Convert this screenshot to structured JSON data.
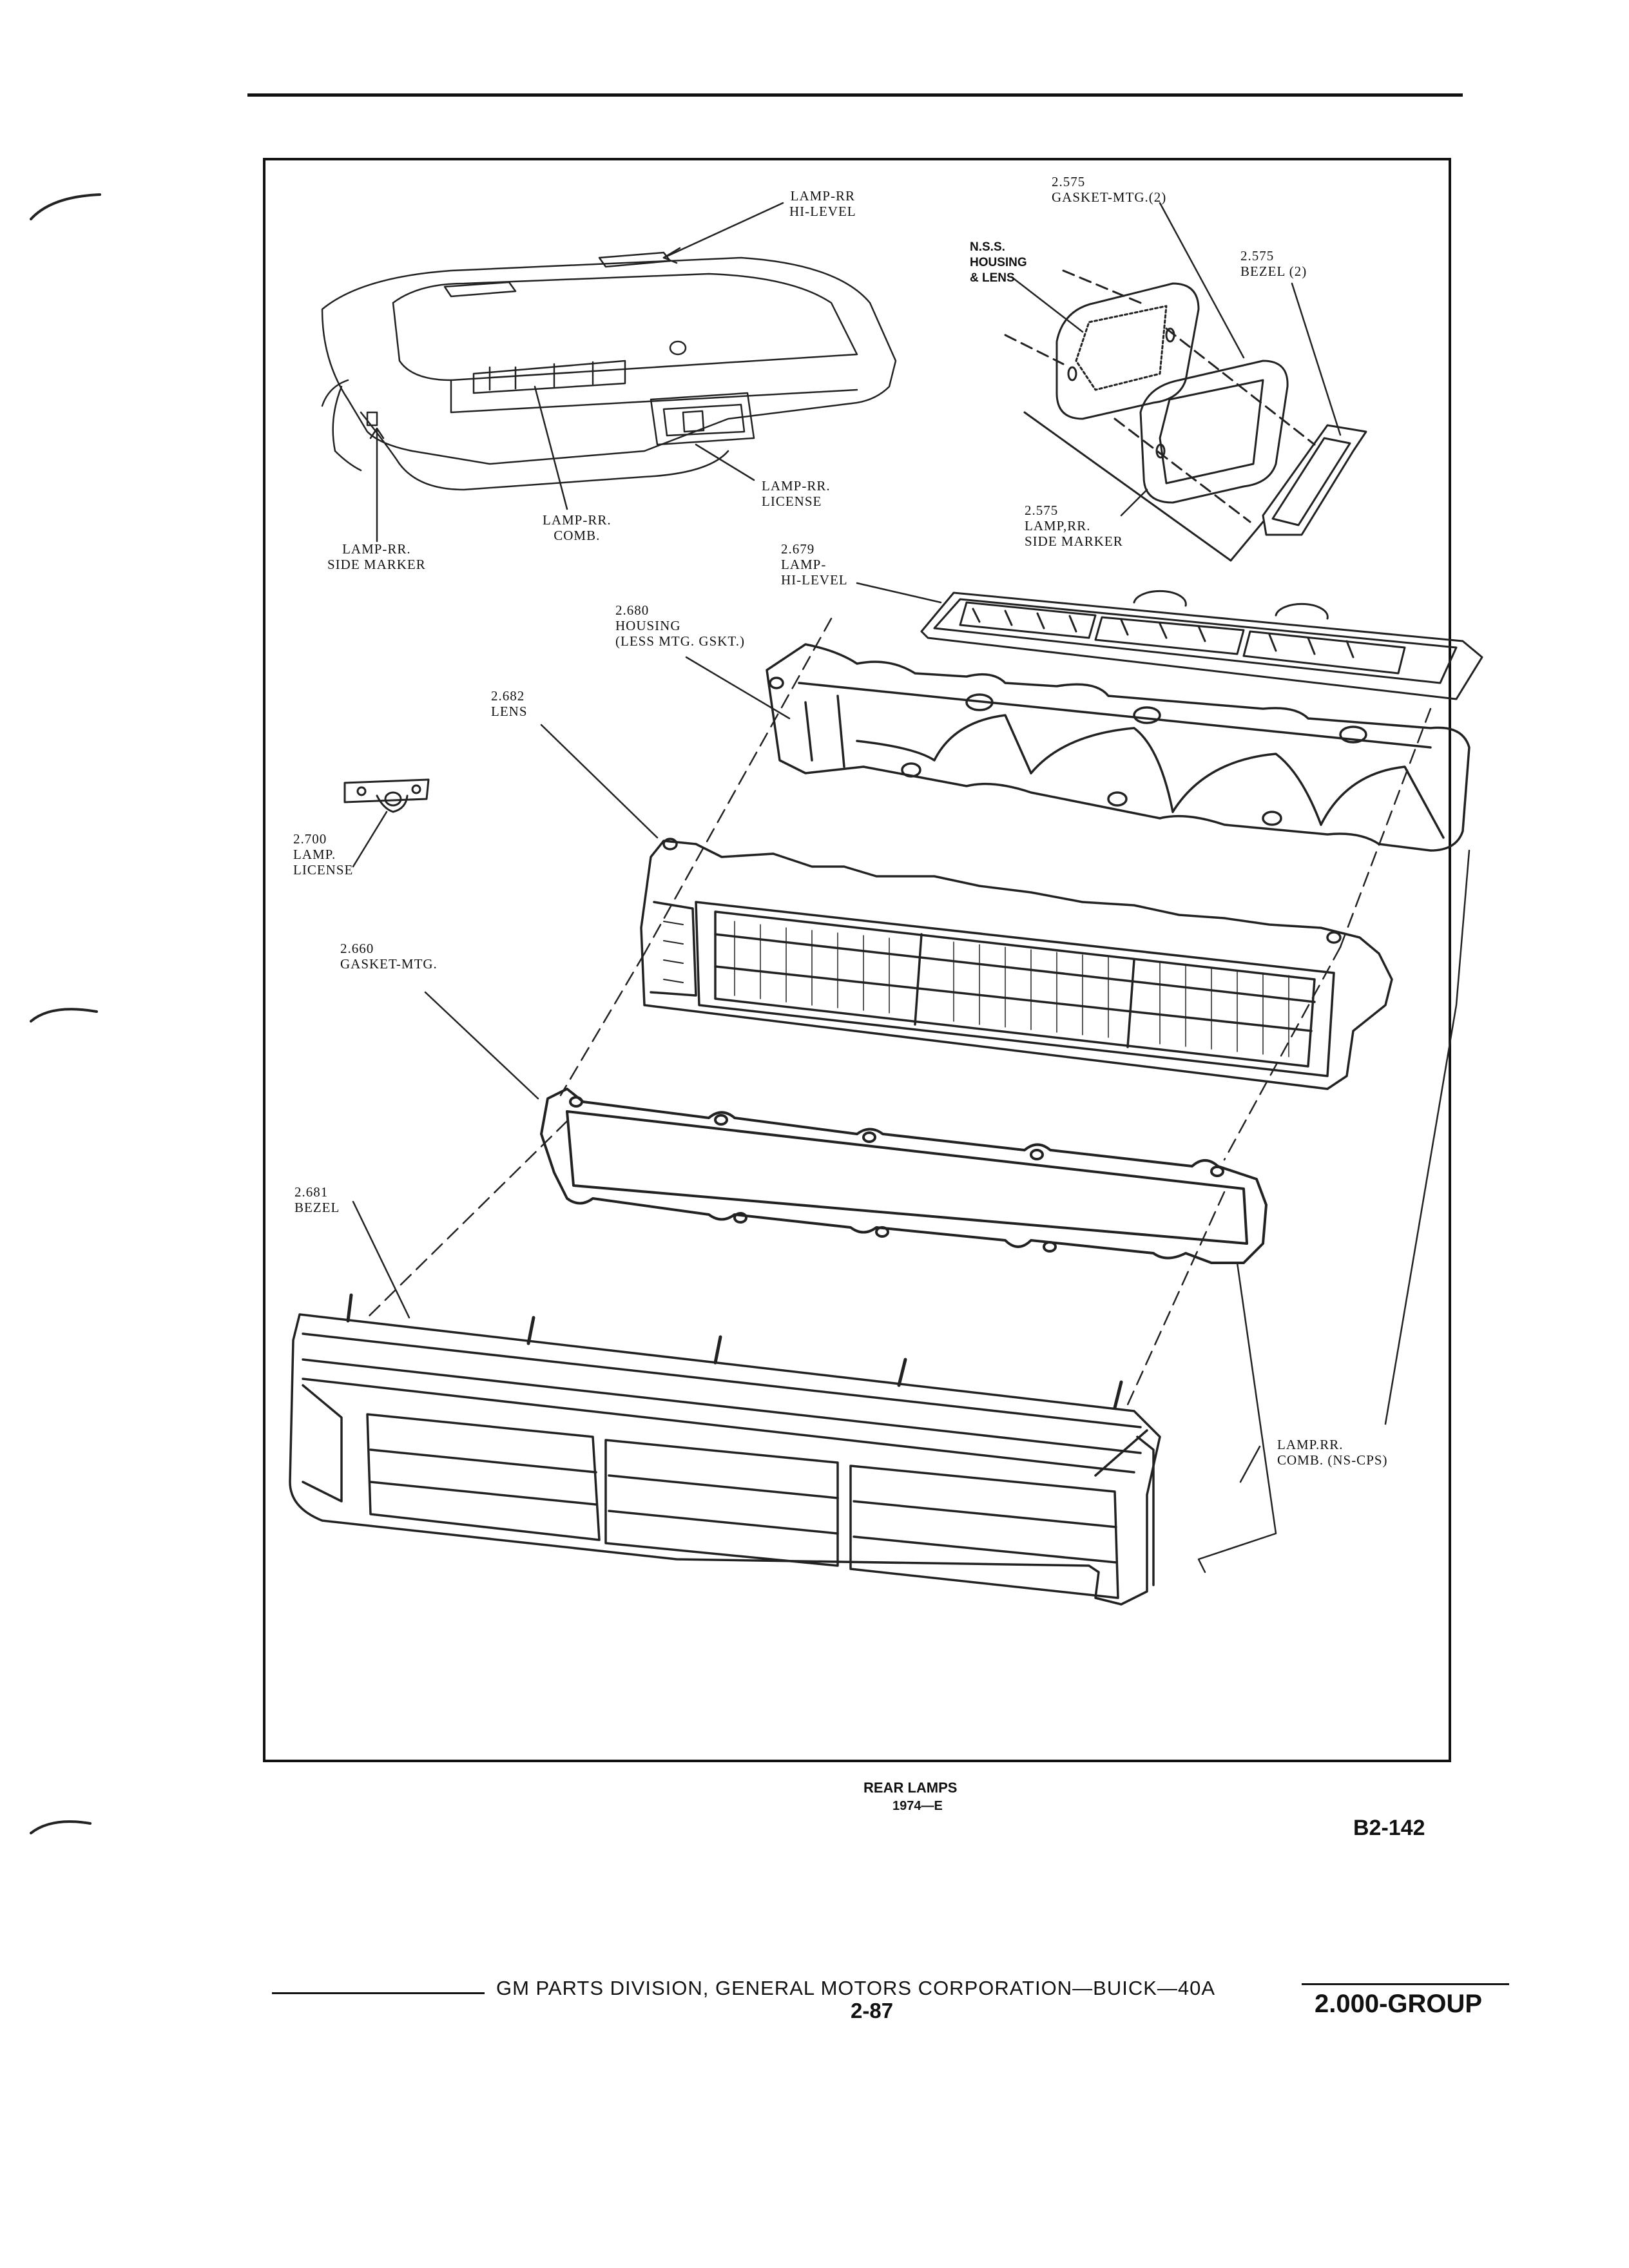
{
  "labels": {
    "lamp_rr_hi_level": "LAMP-RR\nHI-LEVEL",
    "gasket_mtg_2575": "2.575\nGASKET-MTG.(2)",
    "nss_housing_lens": "N.S.S.\nHOUSING\n& LENS",
    "bezel_2575": "2.575\nBEZEL (2)",
    "lamp_rr_license": "LAMP-RR.\nLICENSE",
    "lamp_rr_comb_top": "LAMP-RR.\nCOMB.",
    "lamp_rr_side_marker_left": "LAMP-RR.\nSIDE MARKER",
    "side_marker_2575": "2.575\nLAMP,RR.\nSIDE MARKER",
    "hi_level_2679": "2.679\nLAMP-\nHI-LEVEL",
    "housing_2680": "2.680\nHOUSING\n(LESS MTG. GSKT.)",
    "lens_2682": "2.682\nLENS",
    "license_2700": "2.700\nLAMP.\nLICENSE",
    "gasket_2660": "2.660\nGASKET-MTG.",
    "bezel_2681": "2.681\nBEZEL",
    "comb_ns_cps": "LAMP.RR.\nCOMB. (NS-CPS)"
  },
  "caption": {
    "title": "REAR LAMPS",
    "subtitle": "1974—E"
  },
  "figure_number": "B2-142",
  "footer": {
    "publisher": "GM PARTS DIVISION, GENERAL MOTORS CORPORATION—BUICK—40A",
    "page": "2-87",
    "group": "2.000-GROUP"
  }
}
